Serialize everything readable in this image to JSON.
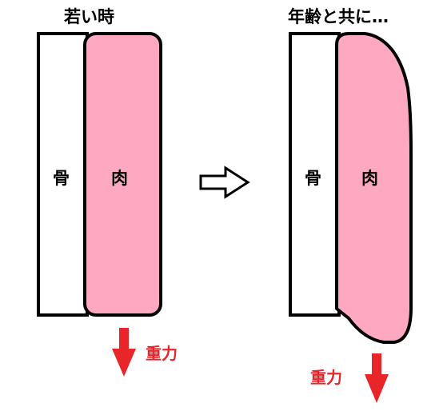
{
  "left_panel": {
    "title": "若い時",
    "bone_label": "骨",
    "flesh_label": "肉",
    "gravity_label": "重力"
  },
  "right_panel": {
    "title": "年齢と共に…",
    "bone_label": "骨",
    "flesh_label": "肉",
    "gravity_label": "重力"
  },
  "colors": {
    "flesh": "#ffa8c2",
    "bone": "#ffffff",
    "outline": "#000000",
    "gravity": "#e8262a"
  },
  "icons": {
    "transition": "right-arrow-outline-icon",
    "gravity": "down-arrow-icon"
  }
}
